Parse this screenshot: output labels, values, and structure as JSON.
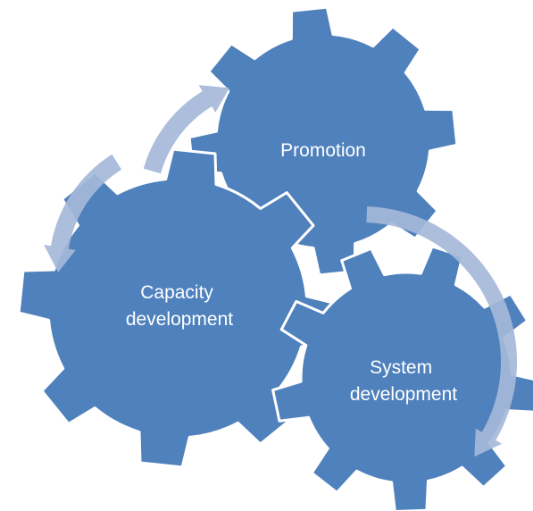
{
  "diagram": {
    "gears": [
      {
        "label_lines": [
          "Promotion"
        ]
      },
      {
        "label_lines": [
          "Capacity",
          "development"
        ]
      },
      {
        "label_lines": [
          "System",
          "development"
        ]
      }
    ],
    "colors": {
      "gear_fill": "#4f81bd",
      "gear_outline": "#ffffff",
      "arrow_fill": "#a5b9d9",
      "label_text": "#ffffff",
      "background": "#ffffff"
    }
  }
}
